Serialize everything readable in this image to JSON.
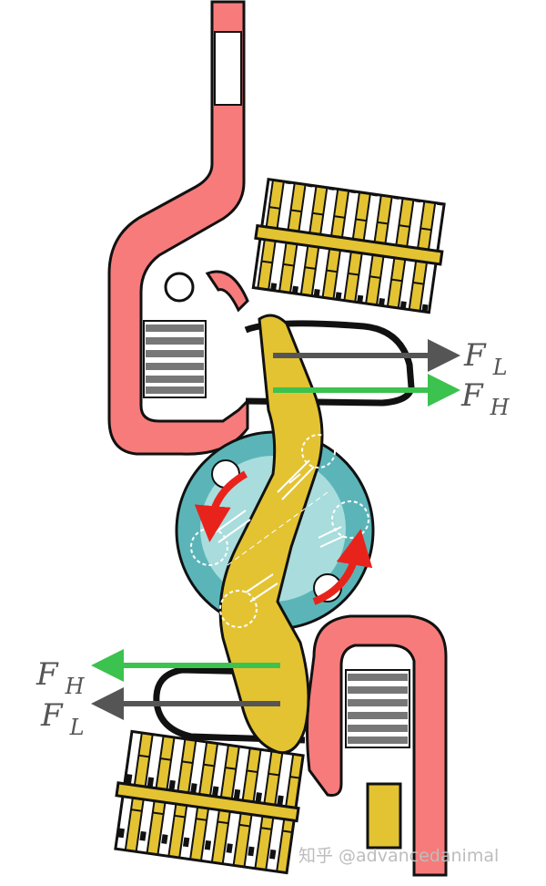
{
  "labels": {
    "top_low": {
      "main": "F",
      "sub": "L"
    },
    "top_high": {
      "main": "F",
      "sub": "H"
    },
    "bottom_high": {
      "main": "F",
      "sub": "H"
    },
    "bottom_low": {
      "main": "F",
      "sub": "L"
    }
  },
  "watermark": "知乎 @advancedanimal",
  "colors": {
    "lever": "#f77b7b",
    "magnet": "#e3c332",
    "rotor": "#5bb5b8",
    "coil": "#777777",
    "force_low": "#555555",
    "force_high": "#3cc24f",
    "rotation": "#e8231c"
  }
}
